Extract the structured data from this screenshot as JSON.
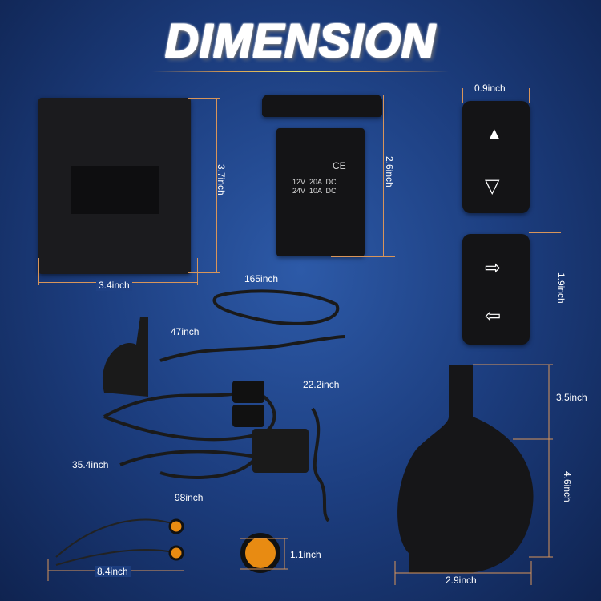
{
  "title": "DIMENSION",
  "colors": {
    "background": "#1c3d7e",
    "title": "#ffb31a",
    "dimension_line": "#d8955a",
    "label": "#ffffff"
  },
  "switch_panel": {
    "ce_mark": "CE",
    "rating_line1": "12V  20A  DC",
    "rating_line2": "24V  10A  DC"
  },
  "switch_icons": [
    "horn-icon",
    "hazard-triangle-icon",
    "arrow-right-icon",
    "arrow-left-icon"
  ],
  "dimensions": {
    "controller_height": "3.7inch",
    "controller_width": "3.4inch",
    "socket_height": "2.6inch",
    "rocker_width": "0.9inch",
    "rocker_height": "1.9inch",
    "harness_main": "165inch",
    "harness_horn": "47inch",
    "harness_switch": "22.2inch",
    "harness_power": "35.4inch",
    "harness_battery": "98inch",
    "horn_bracket": "3.5inch",
    "horn_height": "4.6inch",
    "horn_width": "2.9inch",
    "indicator_cable": "8.4inch",
    "indicator_diameter": "1.1inch"
  }
}
